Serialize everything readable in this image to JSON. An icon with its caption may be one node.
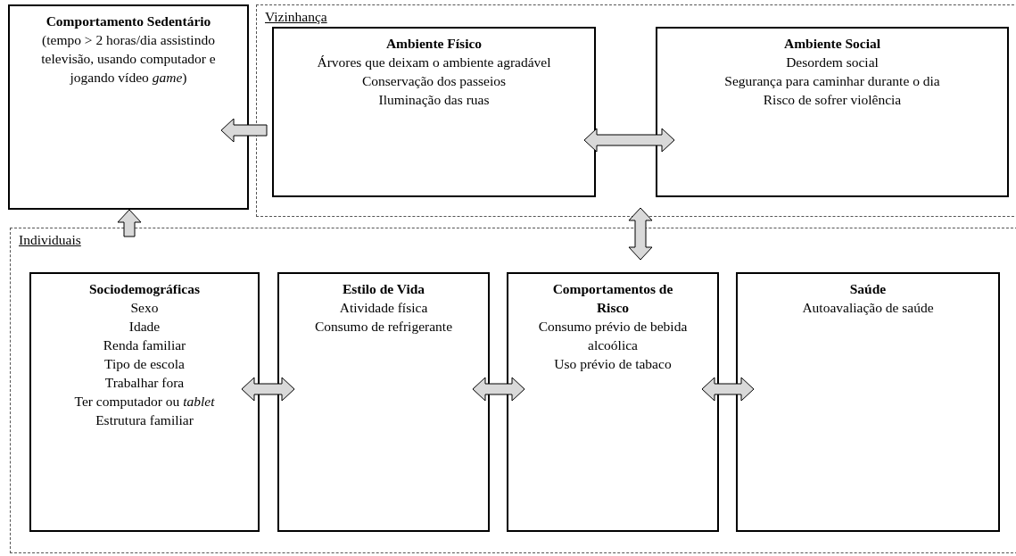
{
  "diagram": {
    "nodes": [
      {
        "text": [
          "Comportamento Sedentário",
          "(tempo > 2 horas/dia assistindo televisão, usando computador e jogando vídeo *game*)"
        ]
      },
      {
        "text": [
          "Vizinhança"
        ]
      },
      {
        "text": [
          "Ambiente Físico",
          "Árvores que deixam o ambiente agradável",
          "Conservação dos passeios",
          "Iluminação das ruas"
        ],
        "in": 1
      },
      {
        "text": [
          "Ambiente Social",
          "Desordem social",
          "Segurança para caminhar durante o dia",
          "Risco de sofrer violência"
        ],
        "in": 1
      },
      {
        "text": [
          "Individuais"
        ]
      },
      {
        "text": [
          "Sociodemográficas",
          "Sexo",
          "Idade",
          "Renda familiar",
          "Tipo de escola",
          "Trabalhar fora",
          "Ter computador ou *tablet*",
          "Estrutura familiar"
        ],
        "in": 4
      },
      {
        "text": [
          "Estilo de Vida",
          "Atividade física",
          "Consumo de refrigerante"
        ],
        "in": 4
      },
      {
        "text": [
          "Comportamentos de Risco",
          "Consumo prévio de bebida alcoólica",
          "Uso prévio de tabaco"
        ],
        "in": 4
      },
      {
        "text": [
          "Saúde",
          "Autoavaliação de saúde"
        ],
        "in": 4
      }
    ],
    "edges": [
      {
        "from": 1,
        "to": 0,
        "arrow": "to"
      },
      {
        "from": 4,
        "to": 0,
        "arrow": "to"
      },
      {
        "from": 2,
        "to": 3,
        "arrow": "both"
      },
      {
        "from": 1,
        "to": 4,
        "arrow": "both"
      },
      {
        "from": 5,
        "to": 6,
        "arrow": "both"
      },
      {
        "from": 6,
        "to": 7,
        "arrow": "both"
      },
      {
        "from": 7,
        "to": 8,
        "arrow": "both"
      }
    ]
  }
}
